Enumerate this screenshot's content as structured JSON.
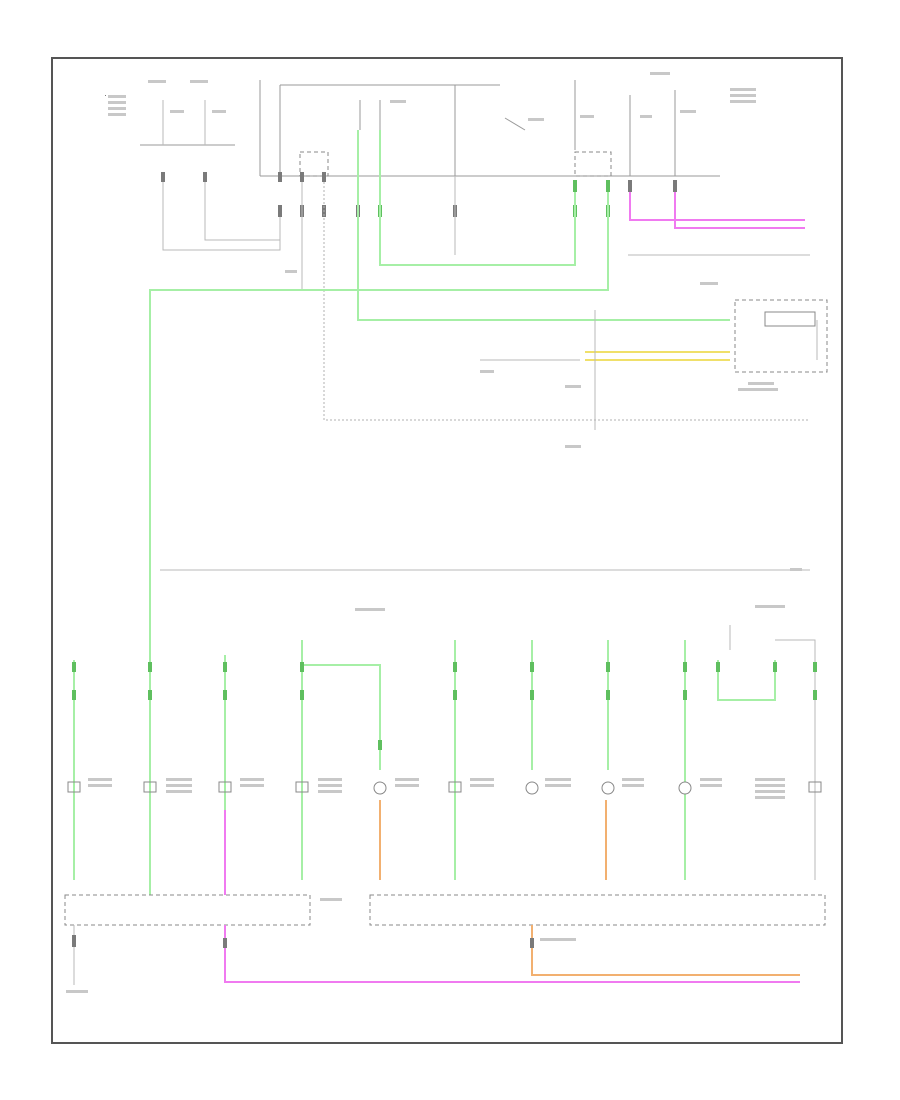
{
  "diagram": {
    "page_code": "",
    "components": [
      {
        "id": "tail-light-relay",
        "label": "",
        "x": 0,
        "y": 0
      },
      {
        "id": "junction-block",
        "label": ""
      }
    ]
  }
}
